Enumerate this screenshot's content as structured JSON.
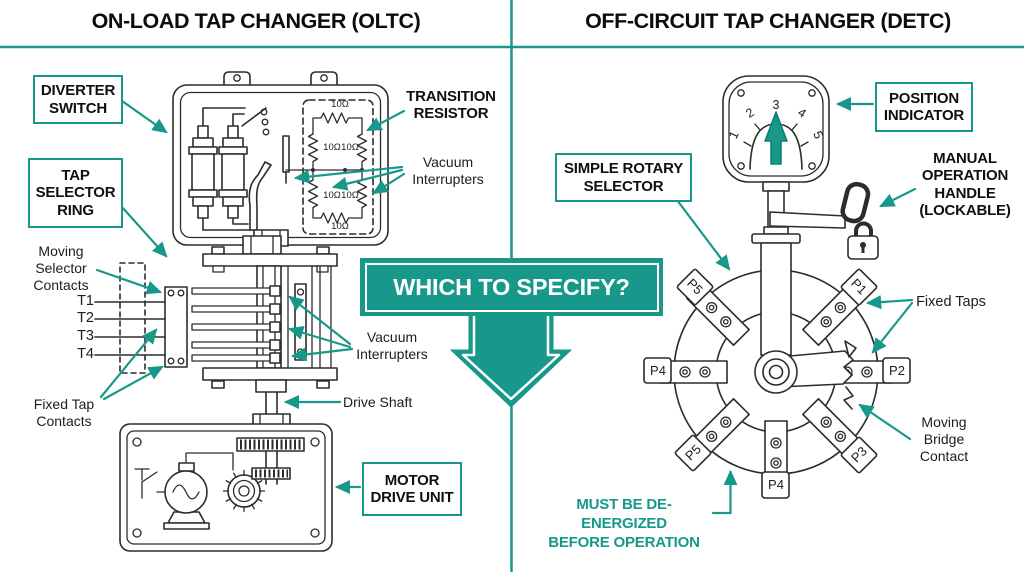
{
  "colors": {
    "teal": "#18988a",
    "ink": "#2c2c2c",
    "background": "#ffffff"
  },
  "left": {
    "title": "ON-LOAD TAP CHANGER (OLTC)",
    "diverter_switch": "DIVERTER\nSWITCH",
    "tap_selector_ring": "TAP\nSELECTOR\nRING",
    "transition_resistor": "TRANSITION\nRESISTOR",
    "vacuum_interrupters_top": "Vacuum\nInterrupters",
    "moving_selector_contacts": "Moving\nSelector\nContacts",
    "taps": [
      "T1",
      "T2",
      "T3",
      "T4"
    ],
    "fixed_tap_contacts": "Fixed Tap\nContacts",
    "vacuum_interrupters_bottom": "Vacuum\nInterrupters",
    "drive_shaft": "Drive Shaft",
    "motor_drive_unit": "MOTOR\nDRIVE UNIT",
    "resistor_value": "10Ω"
  },
  "center": {
    "question": "WHICH TO SPECIFY?"
  },
  "right": {
    "title": "OFF-CIRCUIT TAP CHANGER (DETC)",
    "position_indicator": "POSITION\nINDICATOR",
    "simple_rotary_selector": "SIMPLE ROTARY\nSELECTOR",
    "manual_operation_handle": "MANUAL\nOPERATION\nHANDLE\n(LOCKABLE)",
    "fixed_taps": "Fixed Taps",
    "moving_bridge_contact": "Moving\nBridge\nContact",
    "warning": "MUST BE DE-ENERGIZED\nBEFORE OPERATION",
    "dial_numbers": [
      "1",
      "2",
      "3",
      "4",
      "5"
    ],
    "ports": {
      "nw": "P5",
      "ne": "P1",
      "e": "P2",
      "se": "P3",
      "s": "P4",
      "sw": "P5",
      "w": "P4"
    }
  }
}
